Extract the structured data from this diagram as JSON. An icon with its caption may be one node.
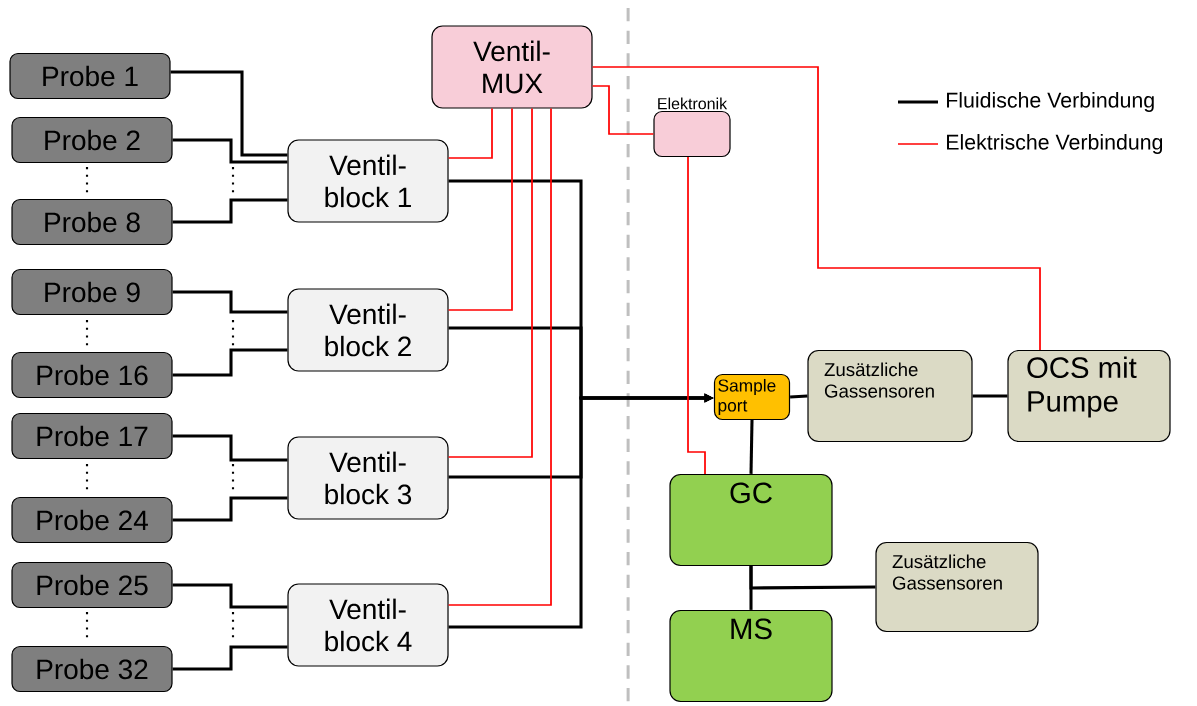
{
  "diagram": {
    "nodes": [
      {
        "text": [
          "Probe 1"
        ]
      },
      {
        "text": [
          "Probe 2"
        ]
      },
      {
        "text": [
          "Probe 8"
        ]
      },
      {
        "text": [
          "Probe 9"
        ]
      },
      {
        "text": [
          "Probe 16"
        ]
      },
      {
        "text": [
          "Probe 17"
        ]
      },
      {
        "text": [
          "Probe 24"
        ]
      },
      {
        "text": [
          "Probe 25"
        ]
      },
      {
        "text": [
          "Probe 32"
        ]
      },
      {
        "text": [
          "Ventil- MUX"
        ]
      },
      {
        "text": [
          "Ventil- block 1"
        ]
      },
      {
        "text": [
          "Ventil- block 2"
        ]
      },
      {
        "text": [
          "Ventil- block 3"
        ]
      },
      {
        "text": [
          "Ventil- block 4"
        ]
      },
      {
        "text": [
          "Elektronik"
        ]
      },
      {
        "text": [
          "Sample port"
        ]
      },
      {
        "text": [
          "Zusätzliche Gassensoren"
        ]
      },
      {
        "text": [
          "OCS mit Pumpe"
        ]
      },
      {
        "text": [
          "GC"
        ]
      },
      {
        "text": [
          "Zusätzliche Gassensoren"
        ]
      },
      {
        "text": [
          "MS"
        ]
      }
    ],
    "edges": [
      {
        "from": 0,
        "to": 10,
        "arrow": "none"
      },
      {
        "from": 1,
        "to": 10,
        "arrow": "none"
      },
      {
        "from": 2,
        "to": 10,
        "arrow": "none"
      },
      {
        "from": 3,
        "to": 11,
        "arrow": "none"
      },
      {
        "from": 4,
        "to": 11,
        "arrow": "none"
      },
      {
        "from": 5,
        "to": 12,
        "arrow": "none"
      },
      {
        "from": 6,
        "to": 12,
        "arrow": "none"
      },
      {
        "from": 7,
        "to": 13,
        "arrow": "none"
      },
      {
        "from": 8,
        "to": 13,
        "arrow": "none"
      },
      {
        "from": 10,
        "to": 15,
        "arrow": "to"
      },
      {
        "from": 11,
        "to": 15,
        "arrow": "to"
      },
      {
        "from": 12,
        "to": 15,
        "arrow": "to"
      },
      {
        "from": 13,
        "to": 15,
        "arrow": "to"
      },
      {
        "from": 9,
        "to": 10,
        "arrow": "none",
        "color": "#ff0000"
      },
      {
        "from": 9,
        "to": 11,
        "arrow": "none",
        "color": "#ff0000"
      },
      {
        "from": 9,
        "to": 12,
        "arrow": "none",
        "color": "#ff0000"
      },
      {
        "from": 9,
        "to": 13,
        "arrow": "none",
        "color": "#ff0000"
      },
      {
        "from": 9,
        "to": 14,
        "arrow": "none",
        "color": "#ff0000"
      },
      {
        "from": 9,
        "to": 17,
        "arrow": "none",
        "color": "#ff0000"
      },
      {
        "from": 14,
        "to": 18,
        "arrow": "none",
        "color": "#ff0000"
      },
      {
        "from": 15,
        "to": 16,
        "arrow": "none"
      },
      {
        "from": 16,
        "to": 17,
        "arrow": "none"
      },
      {
        "from": 15,
        "to": 18,
        "arrow": "none"
      },
      {
        "from": 18,
        "to": 20,
        "arrow": "none"
      },
      {
        "from": 18,
        "to": 19,
        "arrow": "none"
      }
    ],
    "legend": [
      {
        "text": "Fluidische Verbindung"
      },
      {
        "text": "Elektrische Verbindung"
      }
    ]
  }
}
